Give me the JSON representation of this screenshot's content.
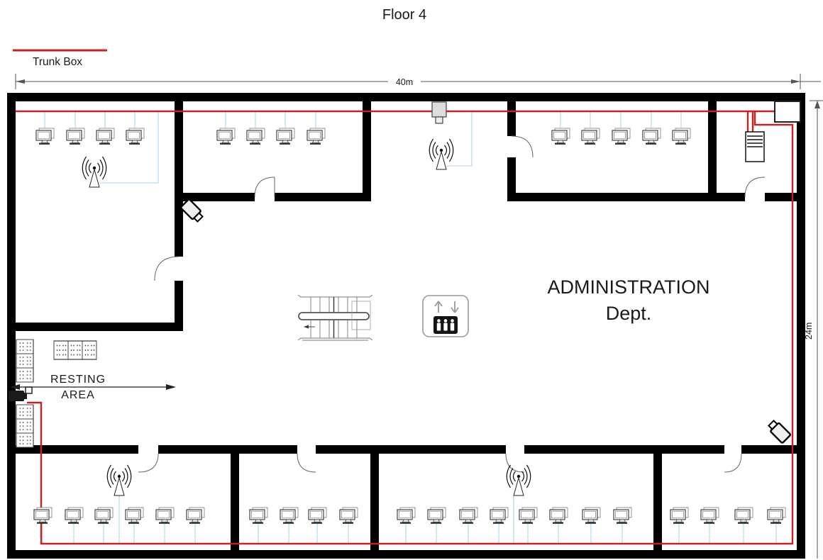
{
  "title": "Floor 4",
  "legend": {
    "label": "Trunk Box"
  },
  "dimensions": {
    "width_label": "40m",
    "height_label": "24m"
  },
  "labels": {
    "administration_line1": "ADMINISTRATION",
    "administration_line2": "Dept.",
    "resting_line1": "RESTING",
    "resting_line2": "AREA"
  },
  "colors": {
    "trunk": "#c62222",
    "cable": "#aed6e4",
    "wall": "#000000",
    "legend_text": "#1f5365",
    "text": "#1a1a1a"
  },
  "floor_plan": {
    "department": "ADMINISTRATION Dept.",
    "rooms": [
      {
        "name": "top-left-office",
        "computers": 4,
        "wifi_access_points": 1
      },
      {
        "name": "top-middle-office",
        "computers": 4,
        "wifi_access_points": 0
      },
      {
        "name": "top-right-office",
        "computers": 5,
        "wifi_access_points": 0
      },
      {
        "name": "server-room",
        "computers": 0,
        "servers": 1,
        "trunk_boxes": 1
      },
      {
        "name": "central-hall",
        "computers": 0,
        "wifi_access_points": 1,
        "features": [
          "stairs",
          "elevator"
        ]
      },
      {
        "name": "resting-area",
        "seating_units": 3,
        "security_cameras": 1
      },
      {
        "name": "bottom-room-1",
        "computers": 6,
        "wifi_access_points": 1
      },
      {
        "name": "bottom-room-2",
        "computers": 4,
        "wifi_access_points": 0
      },
      {
        "name": "bottom-room-3",
        "computers": 8,
        "wifi_access_points": 1
      },
      {
        "name": "bottom-room-4",
        "computers": 4,
        "wifi_access_points": 0
      }
    ],
    "totals": {
      "computers": 35,
      "wifi_access_points": 4,
      "security_cameras": 4,
      "servers": 1,
      "doors": 8
    }
  }
}
